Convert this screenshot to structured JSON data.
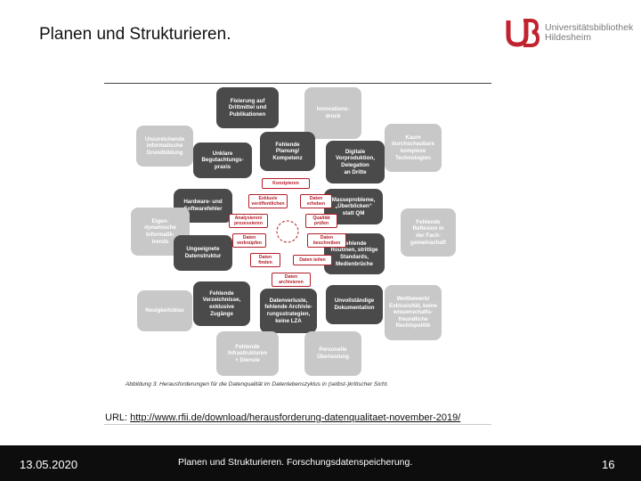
{
  "slide": {
    "title": "Planen und Strukturieren.",
    "logo": {
      "line1": "Universitätsbibliothek",
      "line2": "Hildesheim",
      "accent": "#c0232f"
    },
    "url_prefix": "URL:",
    "url": "http://www.rfii.de/download/herausforderung-datenqualitaet-november-2019/",
    "footer": {
      "date": "13.05.2020",
      "center": "Planen und Strukturieren. Forschungsdatenspeicherung.",
      "page": "16"
    }
  },
  "figure": {
    "caption": "Abbildung 3: Herausforderungen für die Datenqualität im Datenlebenszyklus in (selbst-)kritischer Sicht.",
    "outer_boxes": {
      "fixierung": "Fixierung auf\nDrittmittel und\nPublikationen",
      "innovation": "Innovations-\ndruck",
      "informatik": "Unzureichende\ninformatische\nGrundbildung",
      "begutachtung": "Unklare\nBegutachtungs-\npraxis",
      "planung": "Fehlende\nPlanung/\nKompetenz",
      "digital": "Digitale\nVorproduktion,\nDelegation\nan Dritte",
      "komplex": "Kaum\ndurchschaubare\nkomplexe\nTechnologien",
      "hardware": "Hardware- und\nSoftwarefehler",
      "masse": "Masseprobleme,\n„Überblicken“\nstatt QM",
      "eigendynamik": "Eigen-\ndynamische\nInformatik-\ntrends",
      "reflexion": "Fehlende\nReflexion in\nder Fach-\ngemeinschaft",
      "ungeeignet": "Ungeeignete\nDatenstruktur",
      "routinen": "Fehlende\nRoutinen, strittige\nStandards,\nMedienbrüche",
      "verzeichnisse": "Fehlende\nVerzeichnisse,\nexklusive\nZugänge",
      "neuigkeit": "Neuigkeitsbias",
      "datenverluste": "Datenverluste,\nfehlende Archivie-\nrungsstrategien,\nkeine LZA",
      "dokumentation": "Unvollständige\nDokumentation",
      "wettbewerb": "Wettbewerb/\nExklusivität, keine\nwissenschafts-\nfreundliche\nRechtspolitik",
      "infrastruktur": "Fehlende\nInfrastrukturen\n+ Dienste",
      "personal": "Personelle\nÜberlastung"
    },
    "cycle": {
      "konzipieren": "Konzipieren",
      "erheben": "Daten\nerheben",
      "pruefen": "Qualität\nprüfen",
      "beschreiben": "Daten\nbeschreiben",
      "teilen": "Daten teilen",
      "archivieren": "Daten\narchivieren",
      "finden": "Daten\nfinden",
      "verknuepfen": "Daten\nverknüpfen",
      "analysieren": "Analysieren/\nprozessieren",
      "veroeffentlichen": "Exklusiv\nveröffentlichen"
    }
  }
}
